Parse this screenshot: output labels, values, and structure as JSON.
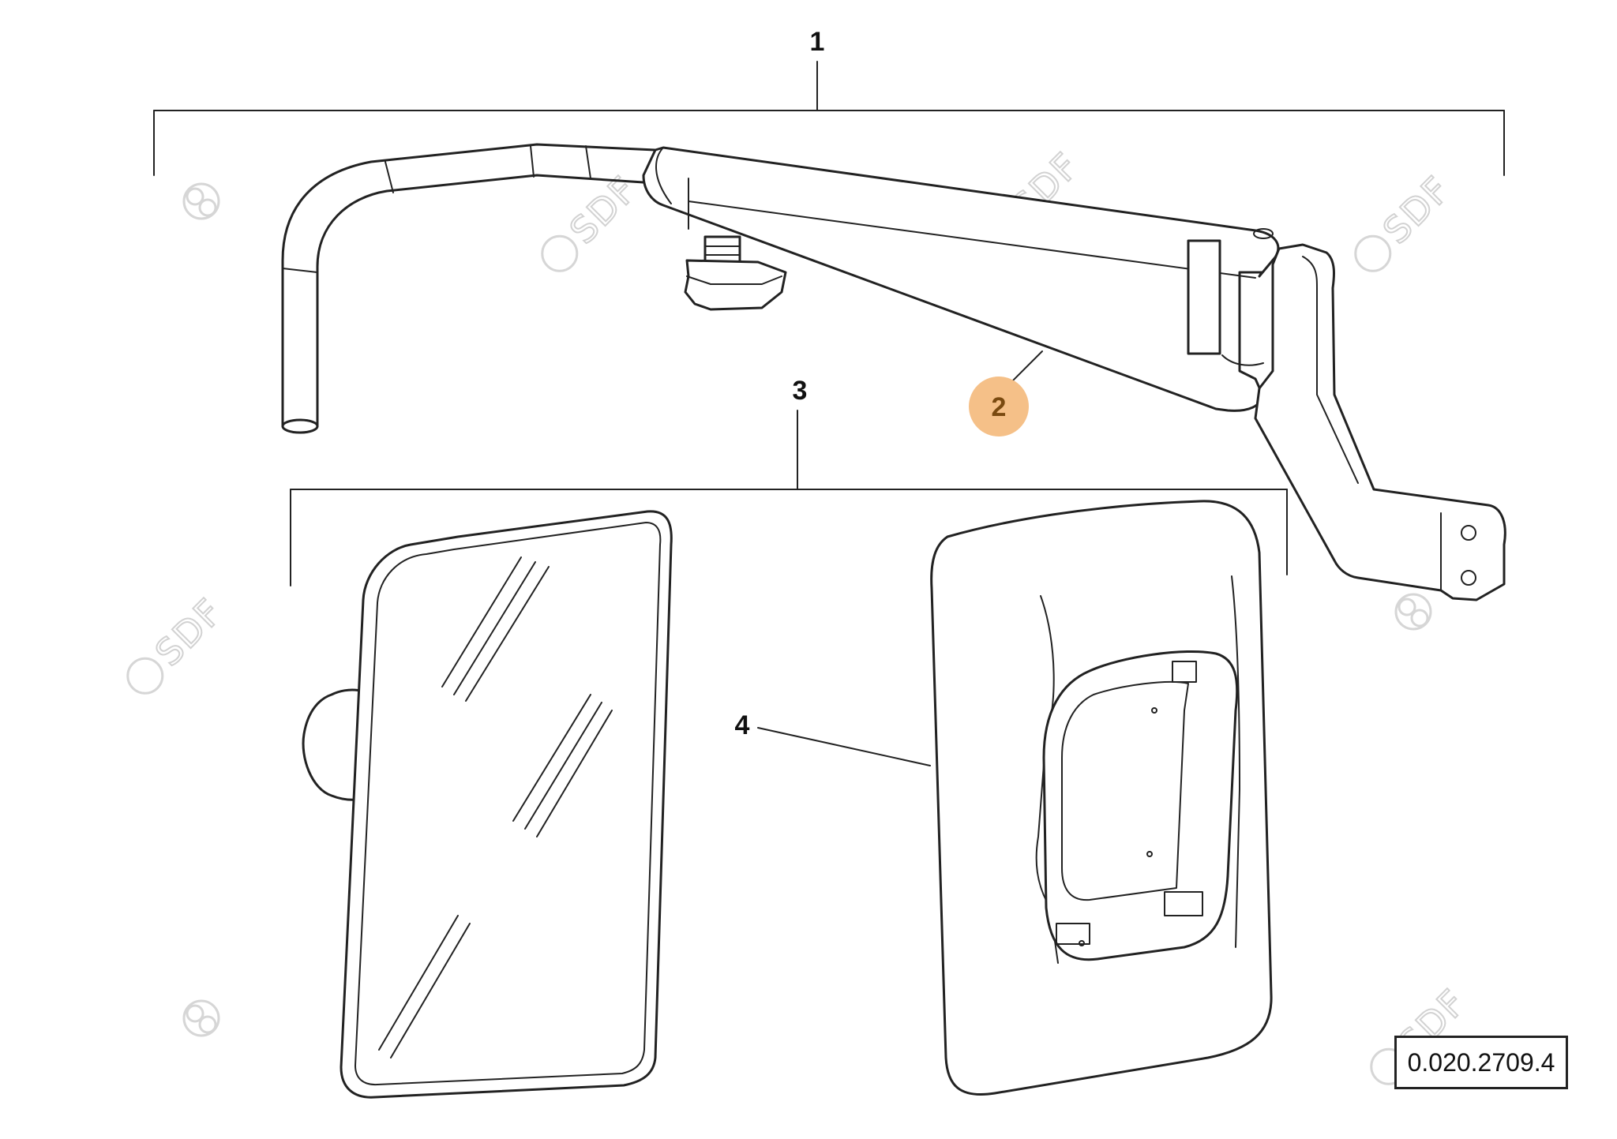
{
  "callouts": {
    "c1": "1",
    "c2": "2",
    "c3": "3",
    "c4": "4"
  },
  "highlight_color": "#f5c088",
  "highlight_text_color": "#7a4a10",
  "watermark": {
    "text": "SDF",
    "color": "#d2d2d2"
  },
  "reference_code": "0.020.2709.4"
}
